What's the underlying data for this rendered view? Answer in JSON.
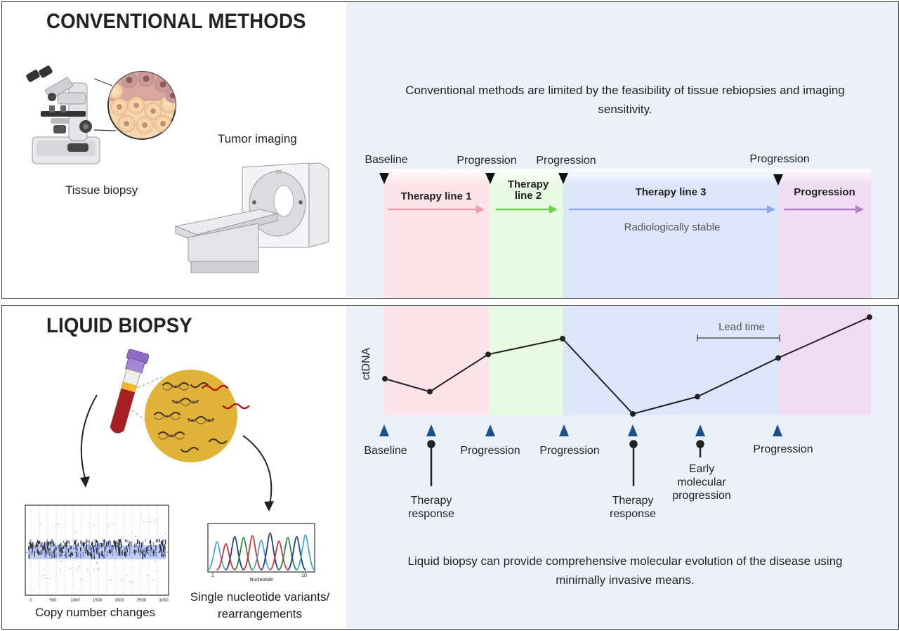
{
  "top": {
    "heading": "CONVENTIONAL METHODS",
    "tissue_biopsy": "Tissue biopsy",
    "tumor_imaging": "Tumor imaging",
    "description": "Conventional methods are limited by the feasibility of tissue rebiopsies and imaging sensitivity.",
    "markers": [
      "Baseline",
      "Progression",
      "Progression",
      "Progression"
    ],
    "therapy_1": "Therapy line 1",
    "therapy_2": "Therapy line 2",
    "therapy_3": "Therapy line 3",
    "progression_phase": "Progression",
    "radiologically_stable": "Radiologically stable"
  },
  "bottom": {
    "heading": "LIQUID BIOPSY",
    "copy_number": "Copy number changes",
    "snv": "Single nucleotide variants/ rearrangements",
    "nucleotide_axis": "Nucleotide",
    "nucleotide_ticks": [
      "1",
      "10"
    ],
    "cn_xticks": [
      "0",
      "500",
      "1000",
      "1500",
      "2000",
      "2500",
      "3000"
    ],
    "ctdna_label": "ctDNA",
    "lead_time": "Lead time",
    "timeline_labels": [
      "Baseline",
      "Progression",
      "Progression",
      "Progression"
    ],
    "therapy_response_1": "Therapy response",
    "therapy_response_2": "Therapy response",
    "early_progression": "Early molecular progression",
    "description": "Liquid biopsy can provide comprehensive molecular evolution of the disease using minimally invasive means."
  },
  "colors": {
    "panel_bg": "#eaf1fb",
    "therapy1": "#fde4ea",
    "therapy2": "#e8f9e2",
    "therapy3": "#dde6fb",
    "progression": "#f0dcf3",
    "marker_blue": "#1f4f8a"
  },
  "chart_data": {
    "type": "line",
    "ylabel": "ctDNA",
    "series": [
      {
        "values": [
          0.49,
          0.31,
          0.83,
          1.05,
          0.0,
          0.24,
          0.78,
          1.35
        ]
      }
    ]
  }
}
